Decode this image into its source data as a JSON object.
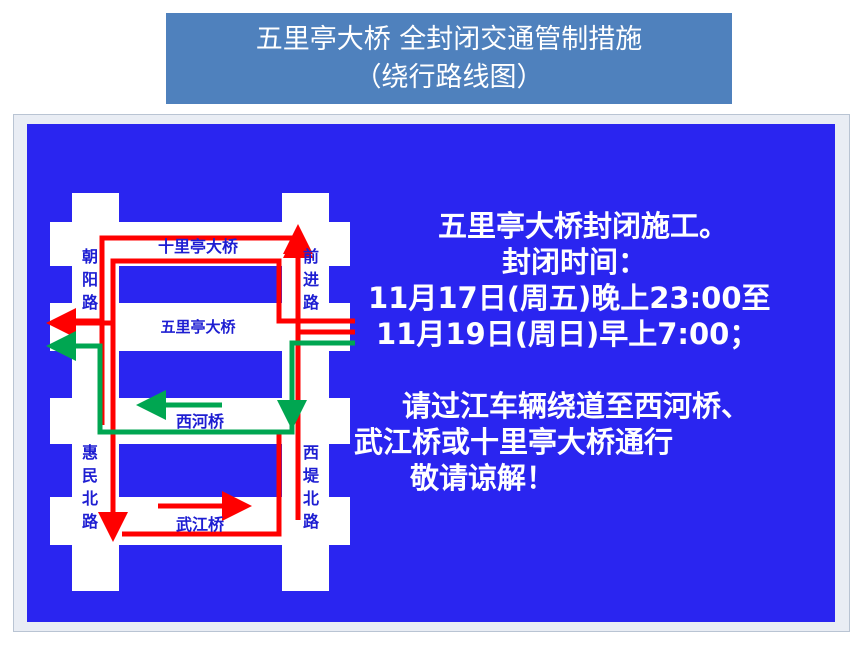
{
  "title": {
    "line1": "五里亭大桥 全封闭交通管制措施",
    "line2": "（绕行路线图）"
  },
  "map": {
    "roads": {
      "chaoyang": [
        "朝",
        "阳",
        "路"
      ],
      "qianjin": [
        "前",
        "进",
        "路"
      ],
      "huimin": [
        "惠",
        "民",
        "北",
        "路"
      ],
      "xidi": [
        "西",
        "堤",
        "北",
        "路"
      ]
    },
    "bridges": {
      "shiliting": "十里亭大桥",
      "wuliting": "五里亭大桥",
      "xihe": "西河桥",
      "wujiang": "武江桥"
    }
  },
  "notice": {
    "line1": "五里亭大桥封闭施工。",
    "line2": "封闭时间：",
    "line3": "11月17日(周五)晚上23:00至",
    "line4": "11月19日(周日)早上7:00；",
    "line5": "请过江车辆绕道至西河桥、",
    "line6": "武江桥或十里亭大桥通行",
    "line7": "敬请谅解！"
  },
  "colors": {
    "panel": "#2a25f0",
    "title_bg": "#4f81bd",
    "road": "#ffffff",
    "route_red": "#ff0000",
    "route_green": "#00a651"
  }
}
